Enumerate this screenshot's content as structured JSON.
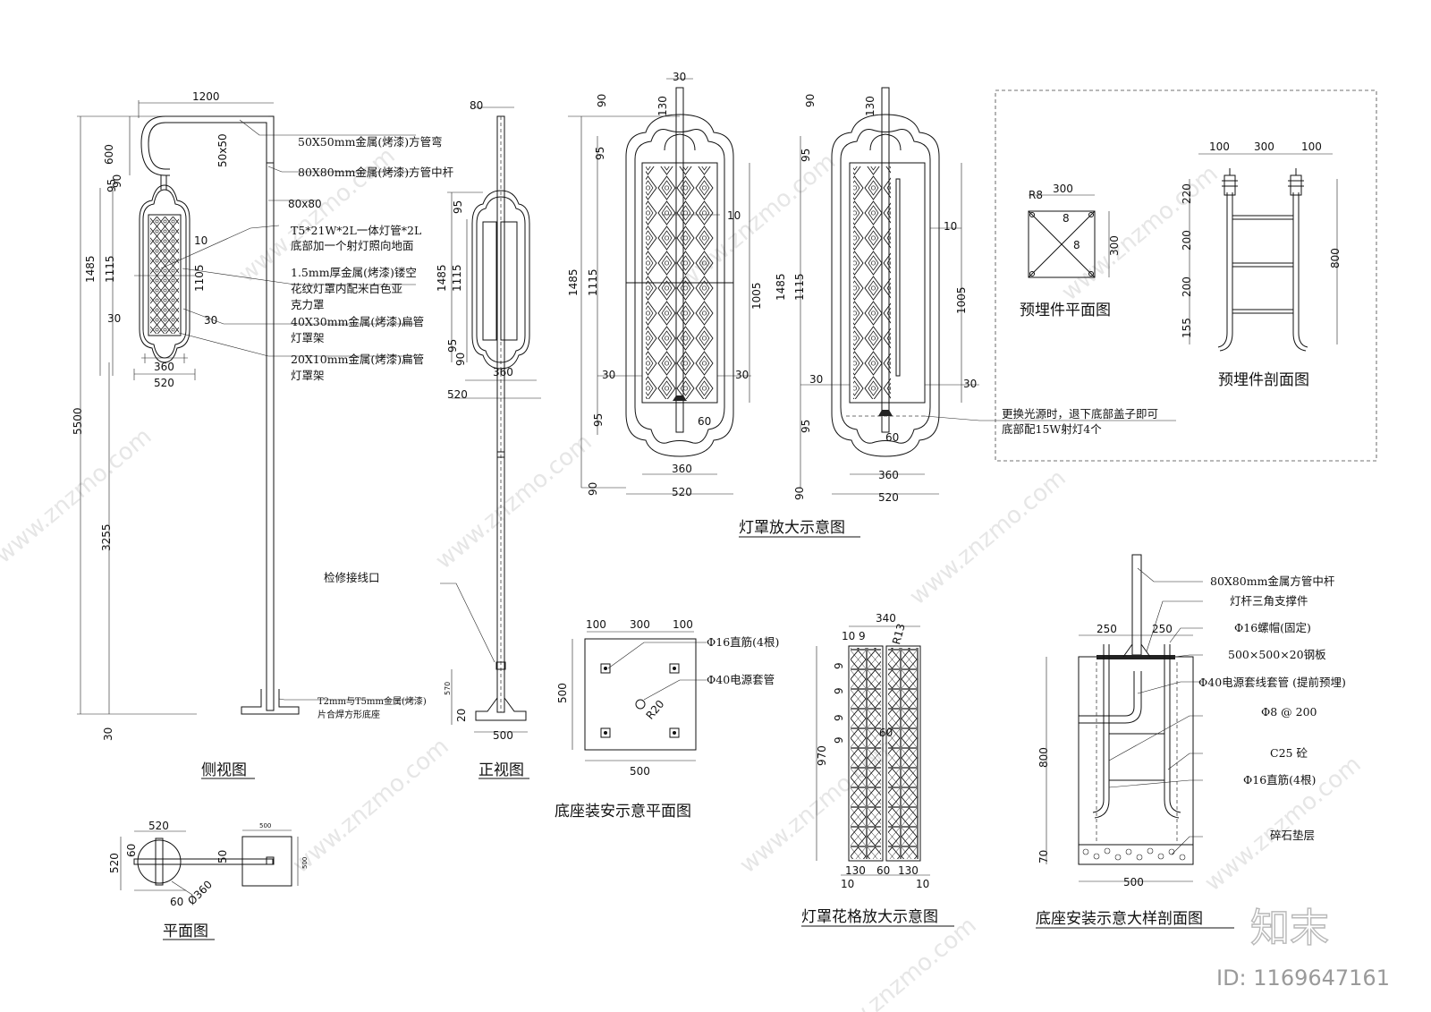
{
  "titles": {
    "side_view": "侧视图",
    "front_view": "正视图",
    "plan_view": "平面图",
    "lamp_enlarged": "灯罩放大示意图",
    "base_plan": "底座装安示意平面图",
    "lattice_enlarged": "灯罩花格放大示意图",
    "base_section": "底座安装示意大样剖面图",
    "embed_plan": "预埋件平面图",
    "embed_section": "预埋件剖面图"
  },
  "side_notes": {
    "n1": "50X50mm金属(烤漆)方管弯",
    "n2": "80X80mm金属(烤漆)方管中杆",
    "n3a": "T5*21W*2L一体灯管*2L",
    "n3b": "底部加一个射灯照向地面",
    "n4a": "1.5mm厚金属(烤漆)镂空",
    "n4b": "花纹灯罩内配米白色亚",
    "n4c": "克力罩",
    "n5a": "40X30mm金属(烤漆)扁管",
    "n5b": "灯罩架",
    "n6a": "20X10mm金属(烤漆)扁管",
    "n6b": "灯罩架",
    "n7": "检修接线口",
    "n8a": "T2mm与T5mm金属(烤漆)",
    "n8b": "片合焊方形底座"
  },
  "side_dims": {
    "d1200": "1200",
    "d600": "600",
    "d50x50": "50x50",
    "d80x80": "80x80",
    "d95": "95",
    "d90": "90",
    "d1485": "1485",
    "d1115": "1115",
    "d1105": "1105",
    "d10": "10",
    "d30a": "30",
    "d30b": "30",
    "d360": "360",
    "d520": "520",
    "d5500": "5500",
    "d3255": "3255",
    "d30c": "30"
  },
  "front_dims": {
    "d80": "80",
    "d1485": "1485",
    "d1115": "1115",
    "d95a": "95",
    "d95b": "95",
    "d90": "90",
    "d360": "360",
    "d520": "520",
    "d570": "570",
    "d20": "20",
    "d500": "500"
  },
  "plan_dims": {
    "d520a": "520",
    "d520b": "520",
    "d60a": "60",
    "d60b": "60",
    "d50": "50",
    "d360": "Ø360",
    "d500a": "500",
    "d500b": "500"
  },
  "lamp1_dims": {
    "d30": "30",
    "d90a": "90",
    "d130": "130",
    "d95a": "95",
    "d1485": "1485",
    "d1115": "1115",
    "d10": "10",
    "d1005": "1005",
    "d30a": "30",
    "d30b": "30",
    "d95b": "95",
    "d60": "60",
    "d90b": "90",
    "d360": "360",
    "d520": "520"
  },
  "lamp2_dims": {
    "d90a": "90",
    "d130": "130",
    "d95a": "95",
    "d1485": "1485",
    "d1115": "1115",
    "d10": "10",
    "d1005": "1005",
    "d30a": "30",
    "d30b": "30",
    "d95b": "95",
    "d60": "60",
    "d90b": "90",
    "d360": "360",
    "d520": "520"
  },
  "lamp_notes": {
    "n1": "更换光源时，退下底部盖子即可",
    "n2": "底部配15W射灯4个"
  },
  "embed_plan_dims": {
    "d300a": "300",
    "dr8": "R8",
    "d8a": "8",
    "d8b": "8",
    "d300b": "300"
  },
  "embed_section_dims": {
    "d100a": "100",
    "d300": "300",
    "d100b": "100",
    "d220": "220",
    "d200a": "200",
    "d200b": "200",
    "d155": "155",
    "d800": "800"
  },
  "base_plan_dims": {
    "d100a": "100",
    "d300": "300",
    "d100b": "100",
    "d500a": "500",
    "d500b": "500",
    "dr20": "R20"
  },
  "base_plan_notes": {
    "n1": "Φ16直筋(4根)",
    "n2": "Φ40电源套管"
  },
  "lattice_dims": {
    "d340": "340",
    "d10": "10",
    "d9": "9",
    "dr13": "R13",
    "d9a": "9",
    "d9b": "9",
    "d9c": "9",
    "d9d": "9",
    "d60a": "60",
    "d970": "970",
    "d130a": "130",
    "d60b": "60",
    "d130b": "130",
    "d10a": "10",
    "d10b": "10"
  },
  "base_section_notes": {
    "n1": "80X80mm金属方管中杆",
    "n2": "灯杆三角支撑件",
    "n3": "Φ16螺帽(固定)",
    "n4": "500×500×20钢板",
    "n5": "Φ40电源套线套管 (提前预埋)",
    "n6": "Φ8 @ 200",
    "n7": "C25 砼",
    "n8": "Φ16直筋(4根)",
    "n9": "碎石垫层"
  },
  "base_section_dims": {
    "d250a": "250",
    "d250b": "250",
    "d800": "800",
    "d70": "70",
    "d500": "500"
  },
  "watermark": {
    "text": "www.znzmo.com",
    "brand": "知末",
    "id": "ID: 1169647161"
  }
}
